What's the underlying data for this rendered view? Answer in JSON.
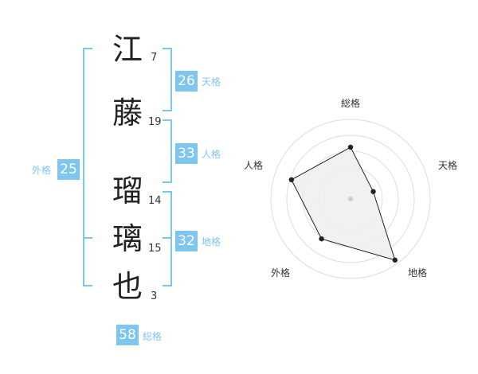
{
  "name": {
    "characters": [
      {
        "char": "江",
        "strokes": "7"
      },
      {
        "char": "藤",
        "strokes": "19"
      },
      {
        "char": "瑠",
        "strokes": "14"
      },
      {
        "char": "璃",
        "strokes": "15"
      },
      {
        "char": "也",
        "strokes": "3"
      }
    ]
  },
  "grids": {
    "tenkaku": {
      "value": "26",
      "label": "天格"
    },
    "jinkaku": {
      "value": "33",
      "label": "人格"
    },
    "chikaku": {
      "value": "32",
      "label": "地格"
    },
    "gaikaku": {
      "value": "25",
      "label": "外格"
    },
    "soukaku": {
      "value": "58",
      "label": "総格"
    }
  },
  "radar": {
    "axes": [
      "総格",
      "天格",
      "地格",
      "外格",
      "人格"
    ],
    "values": [
      0.65,
      0.3,
      0.95,
      0.62,
      0.78
    ],
    "colors": {
      "fill": "#eeeeee",
      "stroke": "#222222",
      "ring": "#dddddd",
      "center": "#cccccc"
    }
  }
}
